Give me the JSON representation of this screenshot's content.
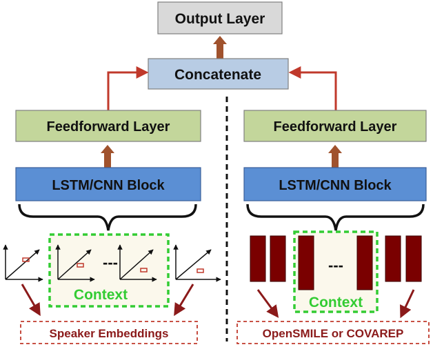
{
  "output": {
    "label": "Output Layer"
  },
  "concat": {
    "label": "Concatenate"
  },
  "left": {
    "feedforward": "Feedforward Layer",
    "lstm": "LSTM/CNN Block",
    "dashes": "---",
    "context": "Context",
    "source": "Speaker Embeddings"
  },
  "right": {
    "feedforward": "Feedforward Layer",
    "lstm": "LSTM/CNN Block",
    "dashes": "---",
    "context": "Context",
    "source": "OpenSMILE or COVAREP"
  },
  "colors": {
    "output_fill": "#d9d9d9",
    "concat_fill": "#b8cce4",
    "feedforward_fill": "#c3d69b",
    "lstm_fill": "#5b8fd4",
    "arrow_brown": "#a0522d",
    "line_red": "#c0392b",
    "context_green": "#33cc33",
    "context_fill": "#fbf8ec",
    "bar_fill": "#7a0000",
    "source_text": "#8b1a1a"
  }
}
